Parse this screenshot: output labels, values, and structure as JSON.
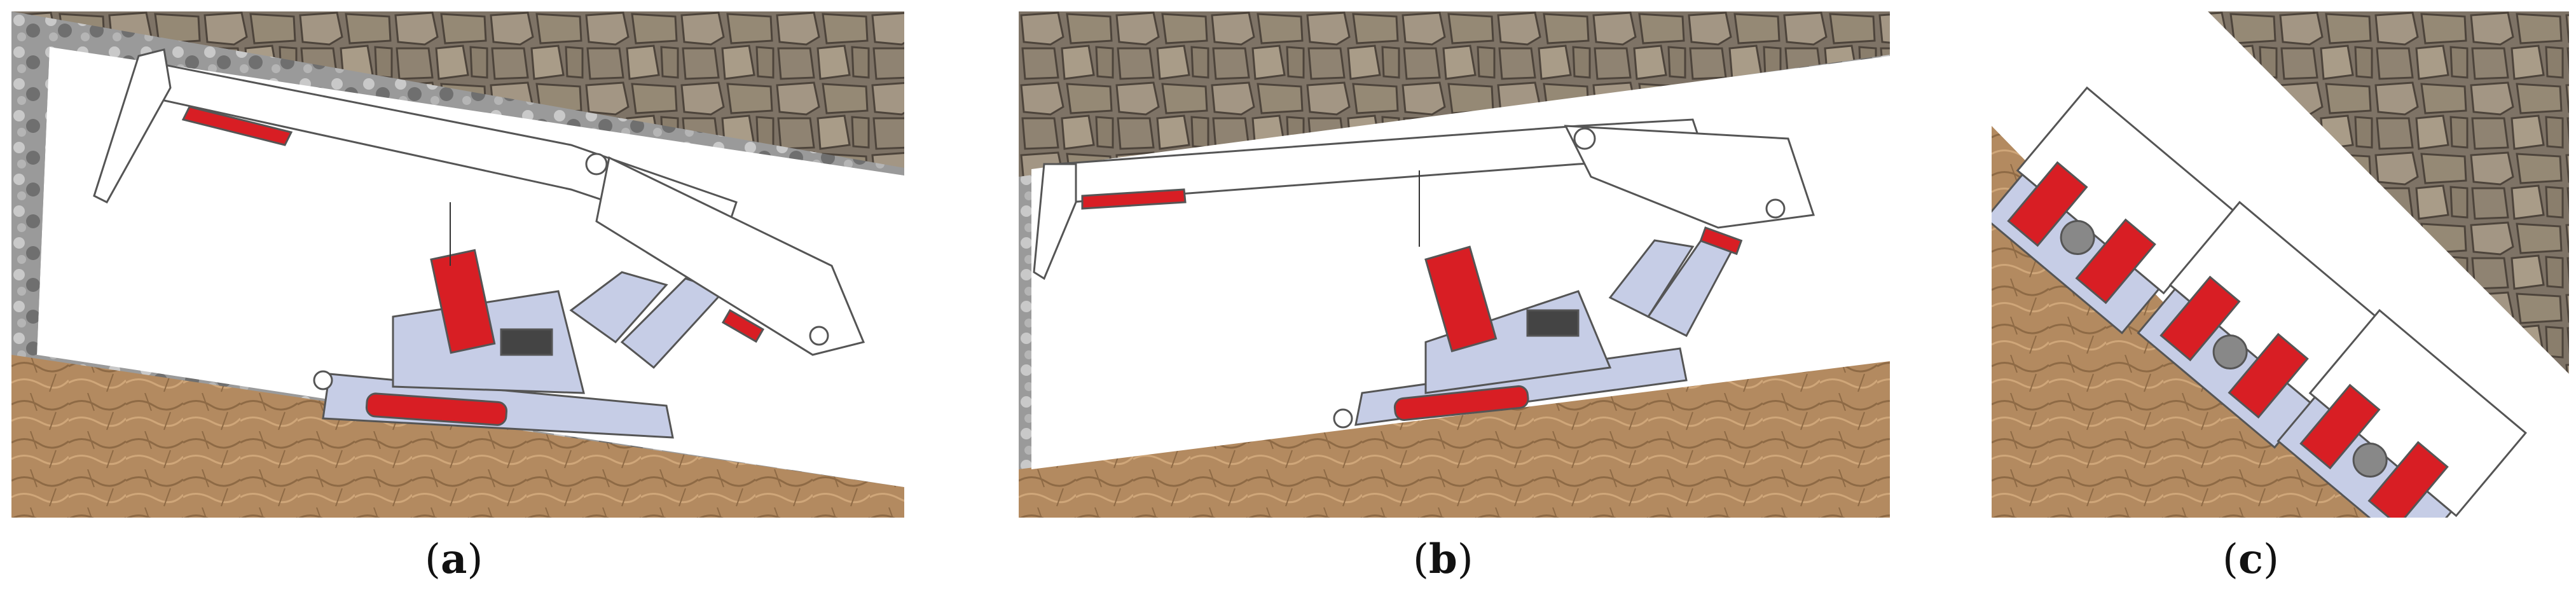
{
  "panels": [
    {
      "id": "a",
      "caption_open": "(",
      "caption_letter": "a",
      "caption_close": ")"
    },
    {
      "id": "b",
      "caption_open": "(",
      "caption_letter": "b",
      "caption_close": ")"
    },
    {
      "id": "c",
      "caption_open": "(",
      "caption_letter": "c",
      "caption_close": ")"
    }
  ],
  "colors": {
    "rock": "#7e7366",
    "rock_dark": "#4d443b",
    "soil": "#b38a60",
    "soil_dark": "#8e6a45",
    "coal": "#9a9a9a",
    "hydraulic_red": "#d81e24",
    "frame_blue": "#c6cde6",
    "outline": "#555555"
  }
}
